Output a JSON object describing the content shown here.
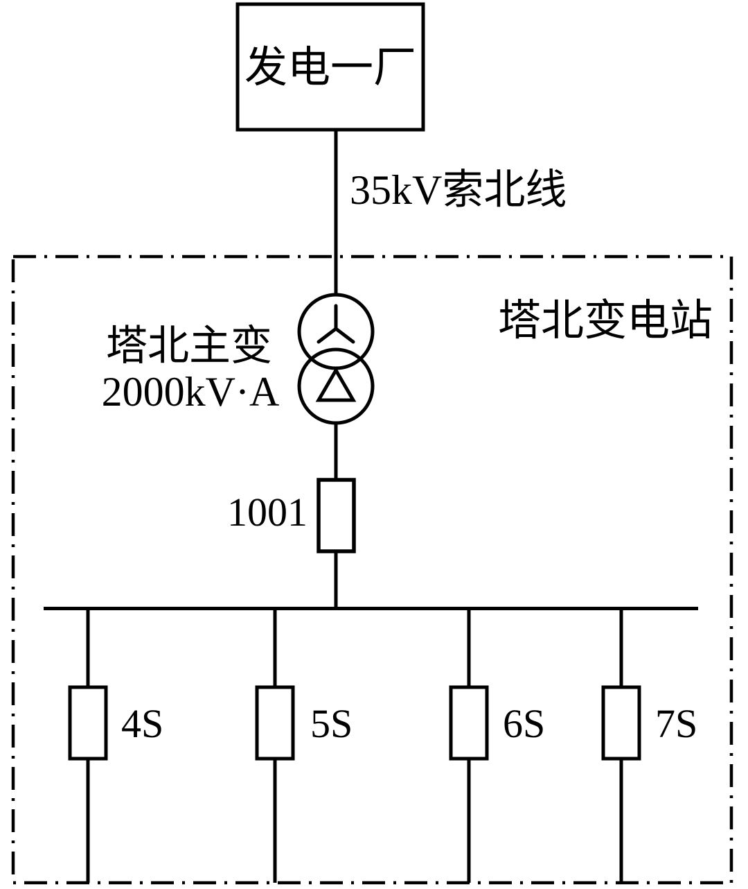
{
  "diagram": {
    "background_color": "#ffffff",
    "ink_color": "#000000",
    "power_plant": {
      "label": "发电一厂"
    },
    "incoming_line": {
      "label": "35kV索北线"
    },
    "substation": {
      "label": "塔北变电站"
    },
    "transformer": {
      "name": "塔北主变",
      "rating": "2000kV·A",
      "hv_winding_icon": "wye-icon",
      "lv_winding_icon": "delta-icon"
    },
    "main_breaker": {
      "label": "1001"
    },
    "feeders": [
      {
        "label": "4S"
      },
      {
        "label": "5S"
      },
      {
        "label": "6S"
      },
      {
        "label": "7S"
      }
    ]
  }
}
